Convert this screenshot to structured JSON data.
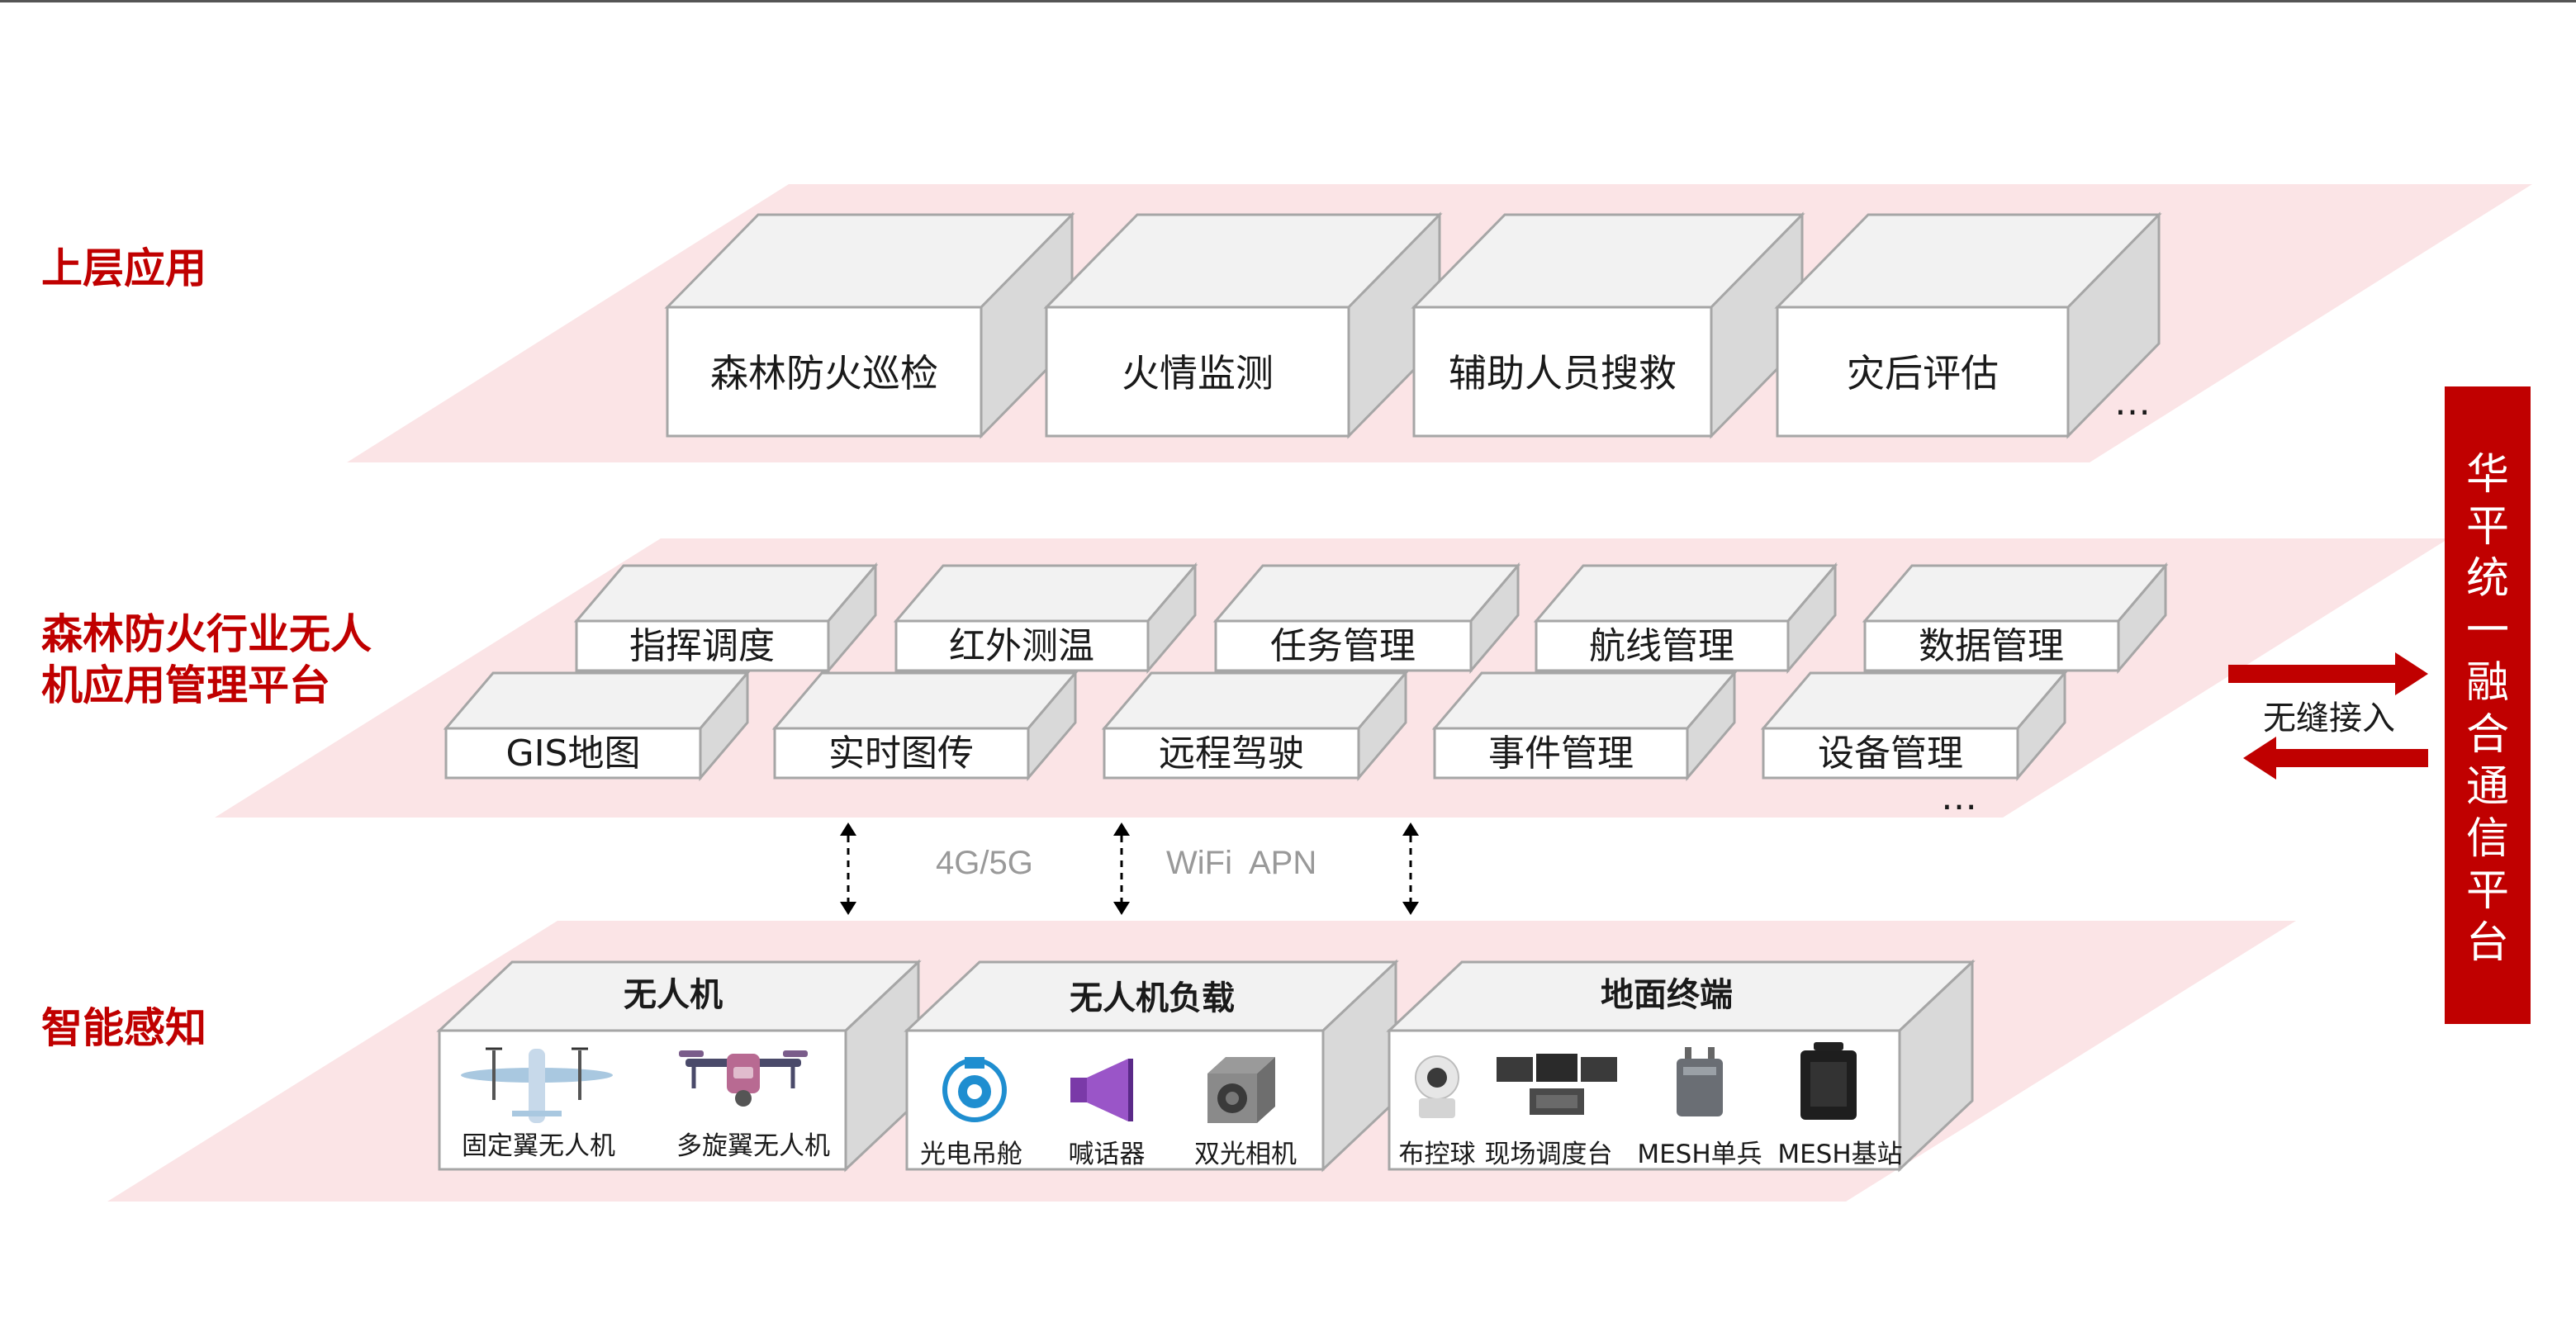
{
  "left_labels": {
    "top": "上层应用",
    "middle_line1": "森林防火行业无人",
    "middle_line2": "机应用管理平台",
    "bottom": "智能感知"
  },
  "top_layer": {
    "boxes": [
      "森林防火巡检",
      "火情监测",
      "辅助人员搜救",
      "灾后评估"
    ],
    "ellipsis": "…"
  },
  "middle_layer": {
    "row1": [
      "指挥调度",
      "红外测温",
      "任务管理",
      "航线管理",
      "数据管理"
    ],
    "row2": [
      "GIS地图",
      "实时图传",
      "远程驾驶",
      "事件管理",
      "设备管理"
    ],
    "ellipsis": "…"
  },
  "network": {
    "label1": "4G/5G",
    "label2": "WiFi  APN"
  },
  "bottom_layer": {
    "groups": [
      {
        "title": "无人机",
        "items": [
          {
            "label": "固定翼无人机",
            "icon": "fixed-wing-drone-icon"
          },
          {
            "label": "多旋翼无人机",
            "icon": "multirotor-drone-icon"
          }
        ]
      },
      {
        "title": "无人机负载",
        "items": [
          {
            "label": "光电吊舱",
            "icon": "gimbal-camera-icon"
          },
          {
            "label": "喊话器",
            "icon": "megaphone-icon"
          },
          {
            "label": "双光相机",
            "icon": "dual-camera-icon"
          }
        ]
      },
      {
        "title": "地面终端",
        "items": [
          {
            "label": "布控球",
            "icon": "dome-camera-icon"
          },
          {
            "label": "现场调度台",
            "icon": "dispatch-console-icon"
          },
          {
            "label": "MESH单兵",
            "icon": "mesh-radio-icon"
          },
          {
            "label": "MESH基站",
            "icon": "mesh-base-station-icon"
          }
        ]
      }
    ]
  },
  "side_panel": {
    "title_chars": [
      "华",
      "平",
      "统",
      "一",
      "融",
      "合",
      "通",
      "信",
      "平",
      "台"
    ],
    "arrow_label": "无缝接入"
  },
  "colors": {
    "brand_red": "#c00000",
    "plane_pink": "#fbe4e6",
    "box_face": "#ffffff",
    "box_top": "#f2f2f2",
    "box_side": "#d9d9d9",
    "border": "#a6a6a6"
  }
}
